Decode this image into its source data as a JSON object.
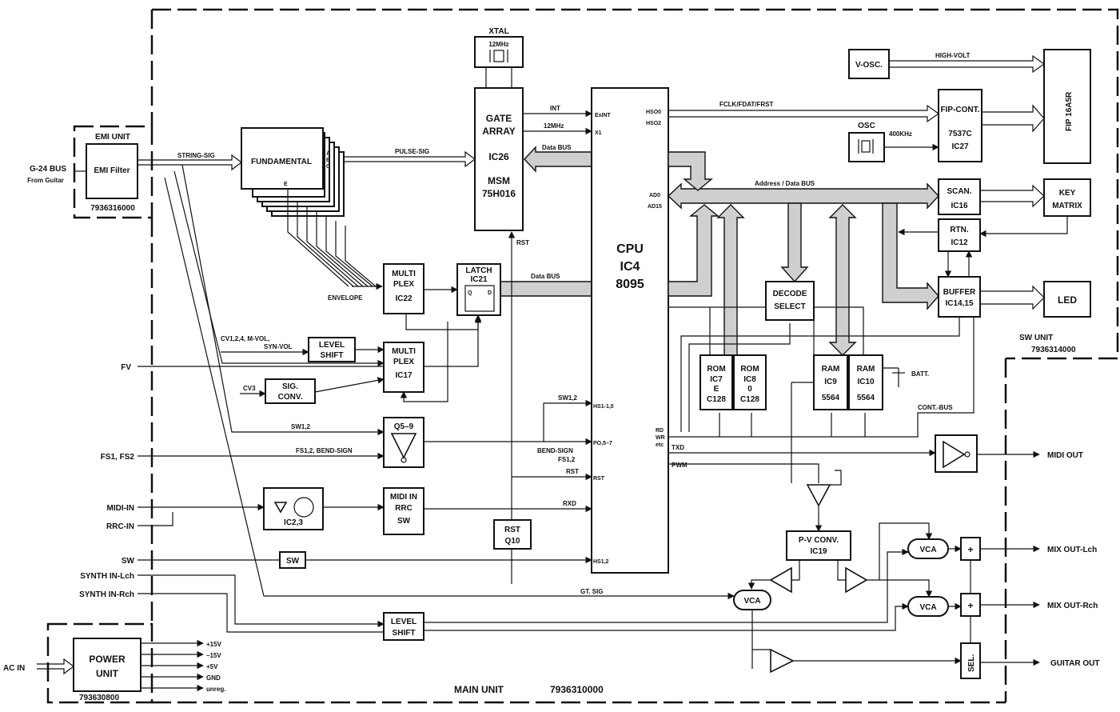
{
  "units": {
    "emi": {
      "title": "EMI UNIT",
      "part": "7936316000"
    },
    "power": {
      "part": "793630800"
    },
    "main": {
      "title": "MAIN UNIT",
      "part": "7936310000"
    },
    "sw": {
      "title": "SW UNIT",
      "part": "7936314000"
    }
  },
  "blocks": {
    "emi_filter": "EMI Filter",
    "fundamental": "FUNDAMENTAL",
    "fund_abc": [
      "A",
      "B",
      "C"
    ],
    "fund_e": "E",
    "xtal": "XTAL",
    "xtal_freq": "12MHz",
    "gate_array": [
      "GATE",
      "ARRAY",
      "IC26",
      "MSM",
      "75H016"
    ],
    "cpu": [
      "CPU",
      "IC4",
      "8095"
    ],
    "multiplex22": [
      "MULTI",
      "PLEX",
      "IC22"
    ],
    "latch": [
      "LATCH",
      "IC21"
    ],
    "latch_q": "Q",
    "latch_d": "D",
    "level_shift1": [
      "LEVEL",
      "SHIFT"
    ],
    "multiplex17": [
      "MULTI",
      "PLEX",
      "IC17"
    ],
    "sig_conv": [
      "SIG.",
      "CONV."
    ],
    "q5": "Q5–9",
    "optocoupler": "IC2,3",
    "midi_in_rrc": [
      "MIDI IN",
      "RRC",
      "SW"
    ],
    "rst_q10": [
      "RST",
      "Q10"
    ],
    "sw_block": "SW",
    "level_shift2": [
      "LEVEL",
      "SHIFT"
    ],
    "power_unit": [
      "POWER",
      "UNIT"
    ],
    "v_osc": "V-OSC.",
    "fip_cont": [
      "FIP-CONT.",
      "7537C",
      "IC27"
    ],
    "osc": "OSC",
    "osc_freq": "400KHz",
    "fip": "FIP 16A5R",
    "scan": [
      "SCAN.",
      "IC16"
    ],
    "rtn": [
      "RTN.",
      "IC12"
    ],
    "key_matrix": [
      "KEY",
      "MATRIX"
    ],
    "buffer": [
      "BUFFER",
      "IC14,15"
    ],
    "led": "LED",
    "decode": [
      "DECODE",
      "SELECT"
    ],
    "rom7": [
      "ROM",
      "IC7",
      "E",
      "C128"
    ],
    "rom8": [
      "ROM",
      "IC8",
      "0",
      "C128"
    ],
    "ram9": [
      "RAM",
      "IC9",
      "5564"
    ],
    "ram10": [
      "RAM",
      "IC10",
      "5564"
    ],
    "batt": "BATT.",
    "pv_conv": [
      "P-V CONV.",
      "IC19"
    ],
    "vca": "VCA",
    "plus": "+",
    "sel": "SEL."
  },
  "signals": {
    "string_sig": "STRING-SIG",
    "pulse_sig": "PULSE-SIG",
    "data_bus": "Data BUS",
    "int": "INT",
    "mhz12": "12MHz",
    "exint": "ExINT",
    "x1": "X1",
    "rst": "RST",
    "envelope": "ENVELOPE",
    "cv124": "CV1,2,4, M-VOL,",
    "syn_vol": "SYN-VOL",
    "cv3": "CV3",
    "sw12": "SW1,2",
    "fs12": "FS1,2, BEND-SIGN",
    "hs1_0": "HS1-1,0",
    "po5_7": "PO,5–7",
    "bend_sign": "BEND-SIGN",
    "fs12b": "FS1,2",
    "rxd": "RXD",
    "hs12": "HS1,2",
    "gt_sig": "GT. SIG",
    "hso0": "HSO0",
    "hso2": "HSO2",
    "fclk": "FCLK/FDAT/FRST",
    "ad0": "AD0",
    "ad15": "AD15",
    "addr_bus": "Address / Data BUS",
    "high_volt": "HIGH-VOLT",
    "rd": "RD",
    "wr": "WR",
    "etc": "etc",
    "txd": "TXD",
    "pwm": "PWM",
    "cont_bus": "CONT.-BUS"
  },
  "io": {
    "g24": "G-24 BUS",
    "from_guitar": "From Guitar",
    "fv": "FV",
    "fs": "FS1, FS2",
    "midi_in": "MIDI-IN",
    "rrc_in": "RRC-IN",
    "sw": "SW",
    "synth_l": "SYNTH IN-Lch",
    "synth_r": "SYNTH IN-Rch",
    "ac_in": "AC IN",
    "p15": "+15V",
    "m15": "–15V",
    "p5": "+5V",
    "gnd": "GND",
    "unreg": "unreg.",
    "midi_out": "MIDI OUT",
    "mix_l": "MIX OUT-Lch",
    "mix_r": "MIX OUT-Rch",
    "guitar_out": "GUITAR OUT"
  }
}
